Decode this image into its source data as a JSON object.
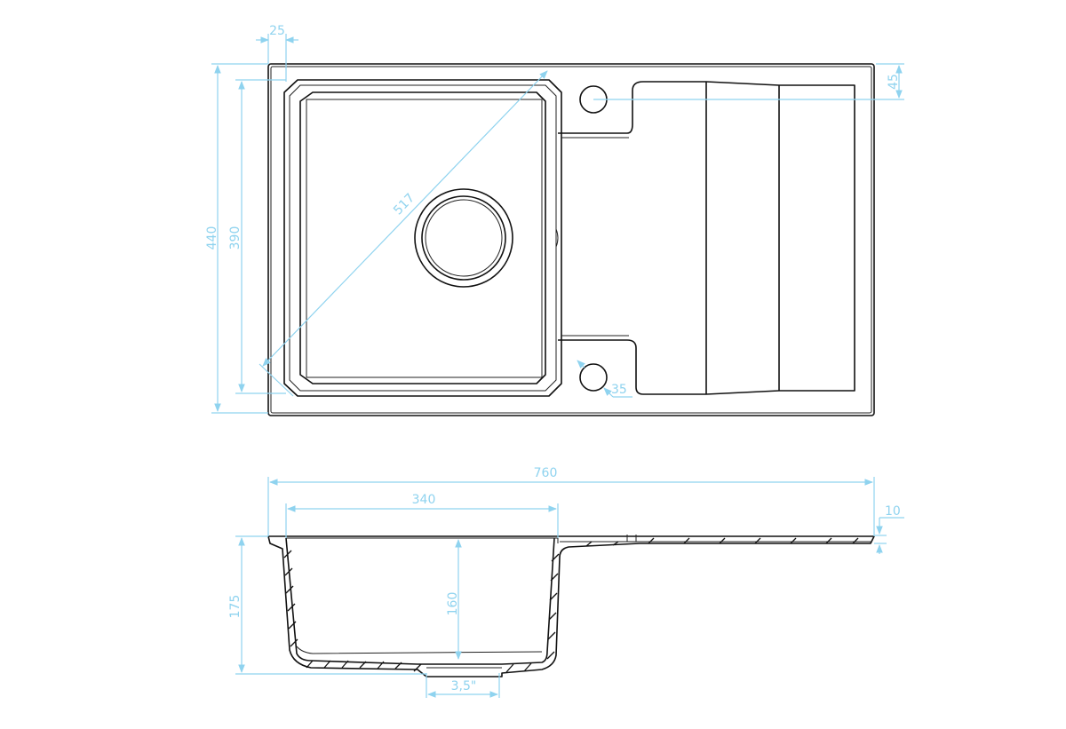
{
  "drawing": {
    "top_view": {
      "dim_flange": "25",
      "dim_total_depth": "440",
      "dim_bowl_depth": "390",
      "dim_diagonal": "517",
      "dim_tap_hole_offset": "45",
      "dim_tap_hole_diameter": "35"
    },
    "side_view": {
      "dim_total_width": "760",
      "dim_bowl_width": "340",
      "dim_thickness": "10",
      "dim_total_height": "175",
      "dim_bowl_height": "160",
      "dim_drain": "3,5\""
    },
    "colors": {
      "dimension": "#8fd3ef",
      "line": "#111111"
    }
  }
}
